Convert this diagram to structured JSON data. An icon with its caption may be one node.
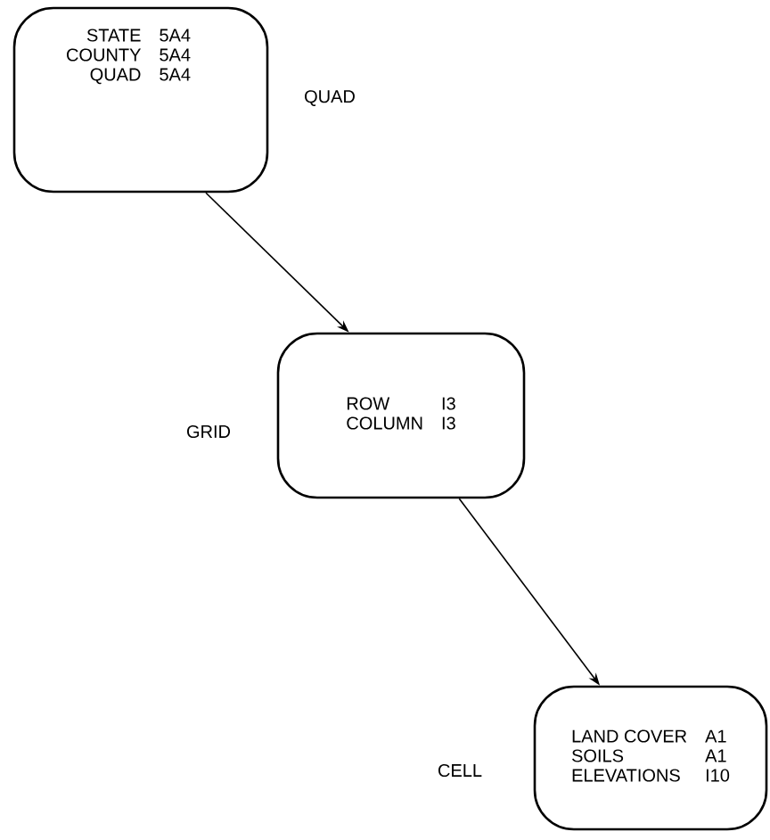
{
  "diagram": {
    "nodes": [
      {
        "text": [
          "STATE",
          "5A4",
          "COUNTY",
          "5A4",
          "QUAD",
          "5A4"
        ],
        "beside": [
          "QUAD"
        ]
      },
      {
        "text": [
          "ROW",
          "I3",
          "COLUMN",
          "I3"
        ],
        "beside": [
          "GRID"
        ]
      },
      {
        "text": [
          "LAND COVER",
          "A1",
          "SOILS",
          "A1",
          "ELEVATIONS",
          "I10"
        ],
        "beside": [
          "CELL"
        ]
      }
    ],
    "edges": [
      {
        "from": 0,
        "to": 1,
        "arrow": "to"
      },
      {
        "from": 1,
        "to": 2,
        "arrow": "to"
      }
    ]
  }
}
